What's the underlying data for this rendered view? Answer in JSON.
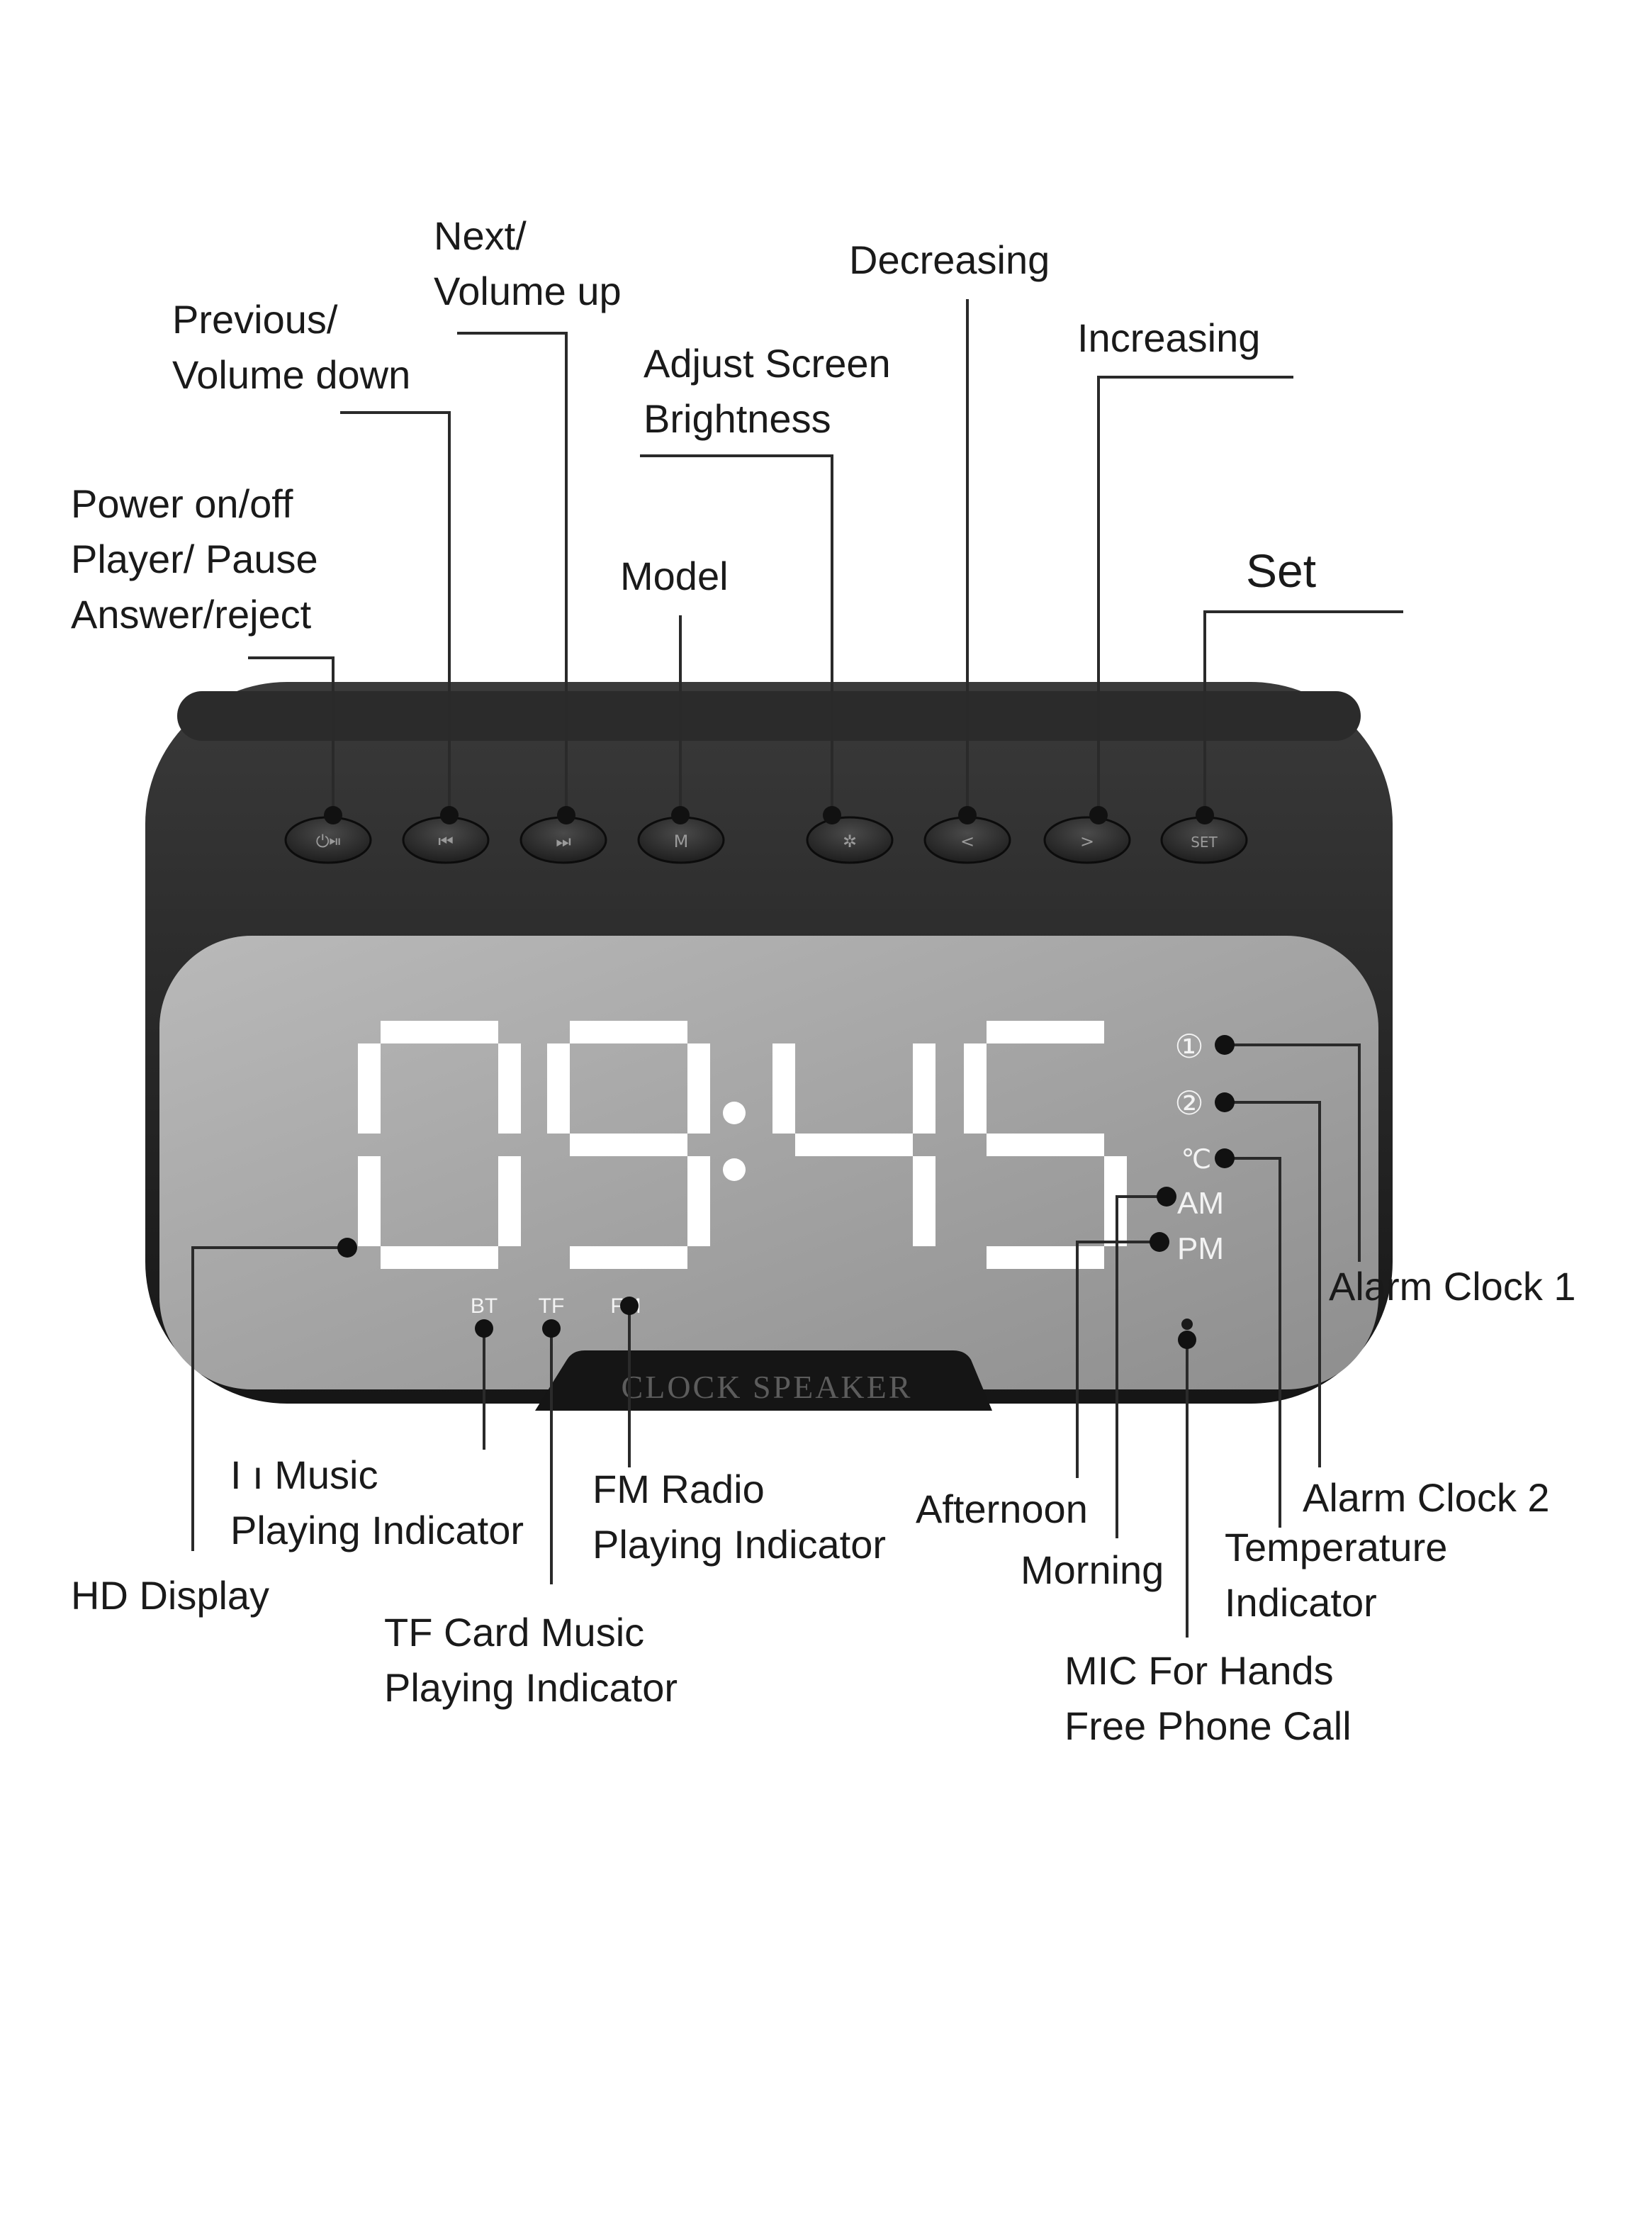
{
  "device": {
    "time": {
      "hours": "09",
      "minutes": "45"
    },
    "brand_text": "CLOCK SPEAKER",
    "buttons": [
      {
        "icon": "power-play-pause-icon",
        "label": "⏻⏯"
      },
      {
        "icon": "previous-icon",
        "label": "⏮"
      },
      {
        "icon": "next-icon",
        "label": "⏭"
      },
      {
        "icon": "mode-icon",
        "label": "M"
      },
      {
        "icon": "brightness-icon",
        "label": "✲"
      },
      {
        "icon": "decrease-icon",
        "label": "<"
      },
      {
        "icon": "increase-icon",
        "label": ">"
      },
      {
        "icon": "set-icon",
        "label": "SET"
      }
    ],
    "indicators": {
      "alarm1": "①",
      "alarm2": "②",
      "temperature": "℃",
      "am": "AM",
      "pm": "PM",
      "bt": "BT",
      "tf": "TF",
      "fm": "FM"
    }
  },
  "callouts": {
    "power": [
      "Power on/off",
      "Player/ Pause",
      "Answer/reject"
    ],
    "previous": [
      "Previous/",
      "Volume down"
    ],
    "next": [
      "Next/",
      "Volume up"
    ],
    "model": [
      "Model"
    ],
    "brightness": [
      "Adjust Screen",
      "Brightness"
    ],
    "decreasing": [
      "Decreasing"
    ],
    "increasing": [
      "Increasing"
    ],
    "set": [
      "Set"
    ],
    "hd_display": [
      "HD Display"
    ],
    "bt_music": [
      "I       ı Music",
      "Playing Indicator"
    ],
    "tf_music": [
      "TF Card Music",
      "Playing Indicator"
    ],
    "fm_radio": [
      "FM Radio",
      "Playing Indicator"
    ],
    "afternoon": [
      "Afternoon"
    ],
    "morning": [
      "Morning"
    ],
    "mic": [
      "MIC For Hands",
      "Free Phone Call"
    ],
    "temperature": [
      "Temperature",
      "Indicator"
    ],
    "alarm_clock_2": [
      "Alarm Clock 2"
    ],
    "alarm_clock_1": [
      "Alarm Clock 1"
    ]
  }
}
